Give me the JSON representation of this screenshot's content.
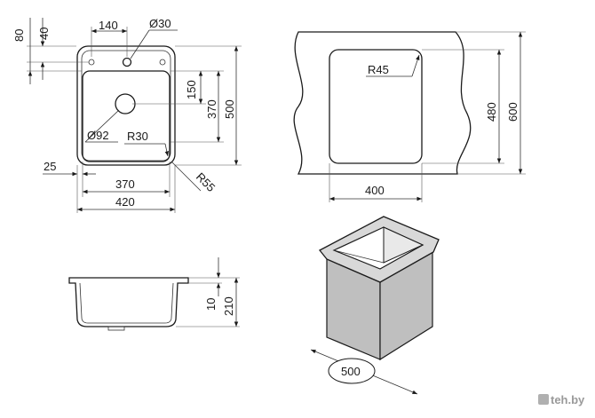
{
  "top_view": {
    "dim_140": "140",
    "dim_dia30": "Ø30",
    "dim_80": "80",
    "dim_40": "40",
    "dim_150": "150",
    "dim_370_v": "370",
    "dim_500": "500",
    "dim_dia92": "Ø92",
    "dim_r30": "R30",
    "dim_25": "25",
    "dim_370_h": "370",
    "dim_420": "420",
    "dim_r55": "R55"
  },
  "cutout_view": {
    "dim_r45": "R45",
    "dim_480": "480",
    "dim_600": "600",
    "dim_400": "400"
  },
  "section_view": {
    "dim_10": "10",
    "dim_210": "210"
  },
  "cabinet_view": {
    "dim_500": "500"
  },
  "watermark": {
    "text": "teh.by"
  }
}
